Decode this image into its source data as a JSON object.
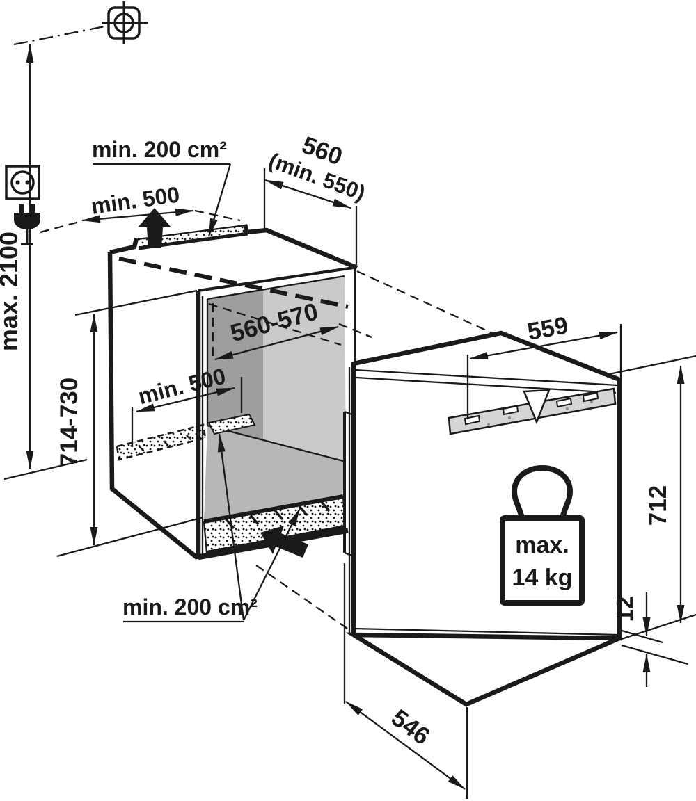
{
  "diagram": {
    "type": "appliance-installation-dimension-drawing",
    "units": "mm",
    "labels": {
      "ceiling_height": "max. 2100",
      "niche_height": "714-730",
      "vent_area_top": "min. 200 cm²",
      "vent_area_bottom": "min. 200 cm²",
      "duct_depth_top": "min. 500",
      "duct_depth_inner": "min. 500",
      "niche_depth_line1": "560",
      "niche_depth_line2": "(min. 550)",
      "niche_width": "560-570",
      "appliance_width": "559",
      "appliance_height": "712",
      "base_gap": "12",
      "appliance_depth": "546",
      "door_weight_line1": "max.",
      "door_weight_line2": "14 kg"
    },
    "icons": [
      "ceiling-reference-icon",
      "power-socket-icon",
      "power-plug-icon",
      "airflow-up-arrow-icon",
      "airflow-in-arrow-icon",
      "weight-icon"
    ],
    "colors": {
      "line": "#1a1a1a",
      "wall_dark": "#9e9e9e",
      "wall_light": "#cacaca",
      "floor": "#b7b7b7",
      "bracket": "#d5d5d5",
      "background": "#ffffff"
    }
  }
}
